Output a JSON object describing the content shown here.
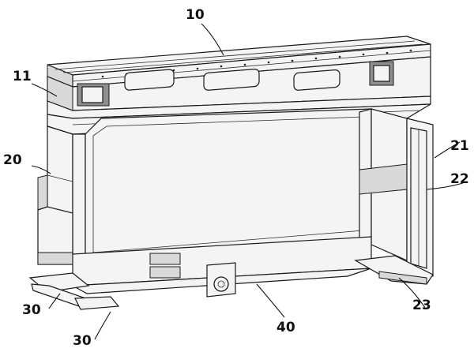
{
  "figure": {
    "labels": {
      "l10": "10",
      "l11": "11",
      "l20": "20",
      "l21": "21",
      "l22": "22",
      "l23": "23",
      "l30a": "30",
      "l30b": "30",
      "l40": "40"
    }
  }
}
